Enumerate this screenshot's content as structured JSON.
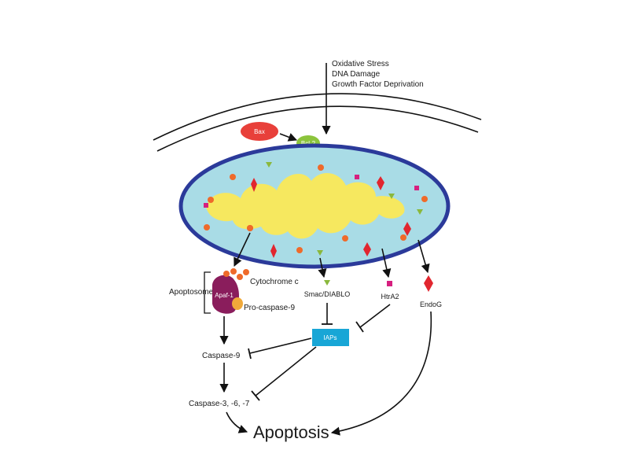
{
  "stimuli": [
    "Oxidative Stress",
    "DNA Damage",
    "Growth Factor Deprivation"
  ],
  "proteins": {
    "bax": "Bax",
    "bcl2": "Bcl-2",
    "apaf1": "Apaf-1",
    "iaps": "IAPs"
  },
  "labels": {
    "apoptosome": "Apoptosome",
    "cytochrome_c": "Cytochrome c",
    "procaspase9": "Pro-caspase-9",
    "smac": "Smac/DIABLO",
    "htra2": "HtrA2",
    "endog": "EndoG",
    "caspase9": "Caspase-9",
    "caspase367": "Caspase-3, -6, -7",
    "apoptosis": "Apoptosis"
  },
  "colors": {
    "mito_outer": "#2b3a9a",
    "mito_inner": "#a9dce6",
    "matrix": "#f6e85f",
    "cytochrome": "#ef6a2a",
    "smac": "#8ab83c",
    "htra2": "#d61f7f",
    "endog": "#e1262f",
    "bax": "#e8403a",
    "bcl2": "#8cc43c",
    "apaf1": "#8a1d5c",
    "procaspase": "#f0a93a",
    "iaps": "#18a6d6"
  }
}
